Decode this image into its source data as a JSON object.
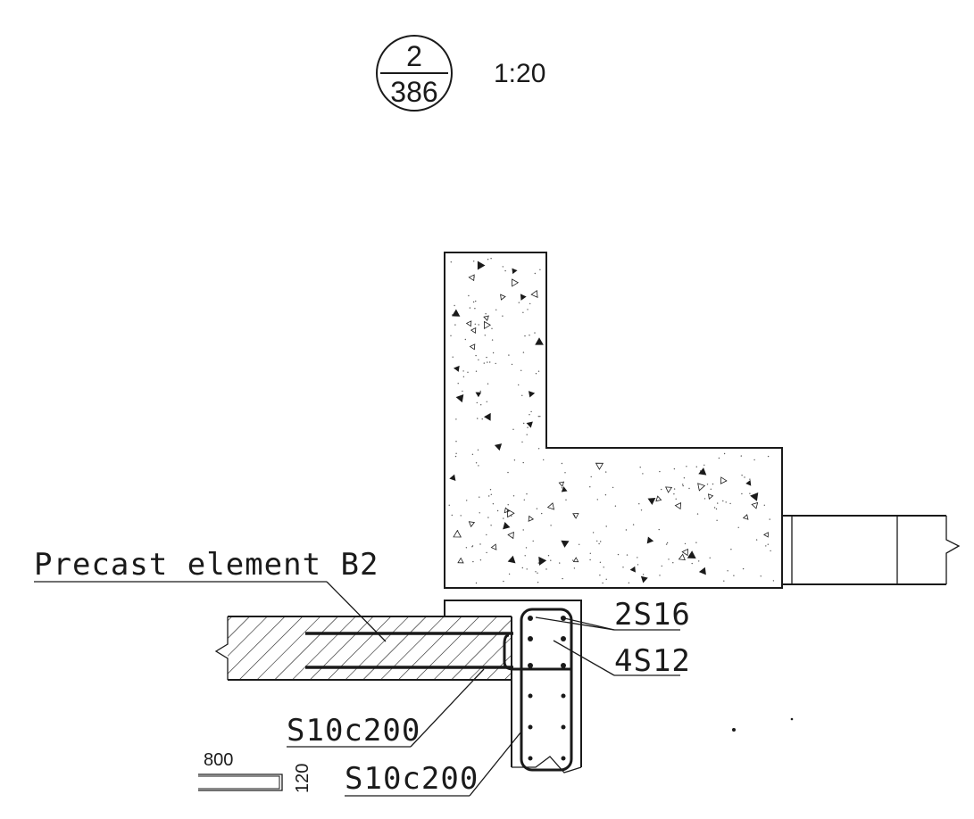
{
  "title_marker": {
    "detail_number": "2",
    "sheet_number": "386",
    "scale": "1:20"
  },
  "callouts": {
    "precast": "Precast element B2",
    "bar_top": "2S16",
    "bar_side": "4S12",
    "stirrup_slab": "S10c200",
    "stirrup_beam": "S10c200"
  },
  "bar_shape": {
    "length": "800",
    "height": "120"
  }
}
